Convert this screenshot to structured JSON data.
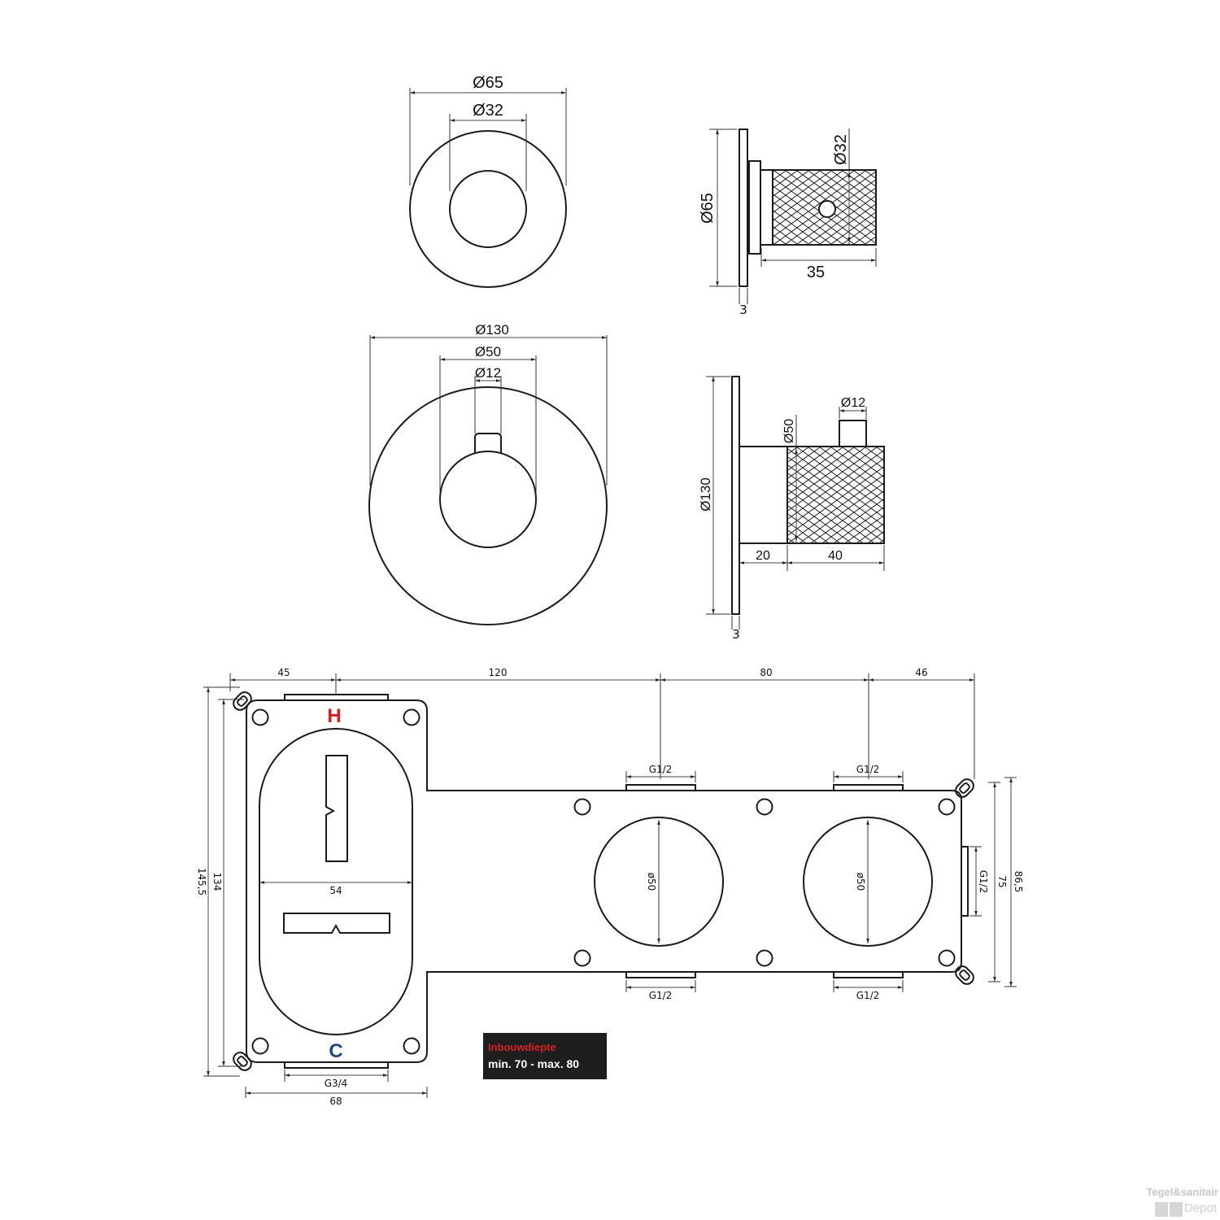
{
  "views": {
    "small_front": {
      "outer_dia": "Ø65",
      "inner_dia": "Ø32"
    },
    "small_side": {
      "height_dia": "Ø65",
      "knob_dia": "Ø32",
      "length": "35",
      "plate_thickness": "3"
    },
    "large_front": {
      "outer_dia": "Ø130",
      "knob_dia": "Ø50",
      "lever_dia": "Ø12"
    },
    "large_side": {
      "height_dia": "Ø130",
      "knob_dia": "Ø50",
      "lever_dia": "Ø12",
      "neck_length": "20",
      "knob_length": "40",
      "plate_thickness": "3"
    },
    "housing": {
      "top_dims": [
        "45",
        "120",
        "80",
        "46"
      ],
      "hot_label": "H",
      "cold_label": "C",
      "hot_color": "#d81e1e",
      "cold_color": "#1e4a8c",
      "inner_width": "54",
      "bottom_connection": "G3/4",
      "overall_width": "68",
      "height_outer": "145,5",
      "height_inner": "134",
      "port_top_1": "G1/2",
      "port_top_2": "G1/2",
      "port_bottom_1": "G1/2",
      "port_bottom_2": "G1/2",
      "port_side": "G1/2",
      "hole_dia_1": "ø50",
      "hole_dia_2": "ø50",
      "right_height_inner": "75",
      "right_height_outer": "86,5"
    }
  },
  "depth_note": {
    "title": "Inbouwdiepte",
    "value": "min. 70 - max. 80"
  },
  "watermark": {
    "brand": "Tegel&sanitair",
    "sub": "Depot"
  }
}
